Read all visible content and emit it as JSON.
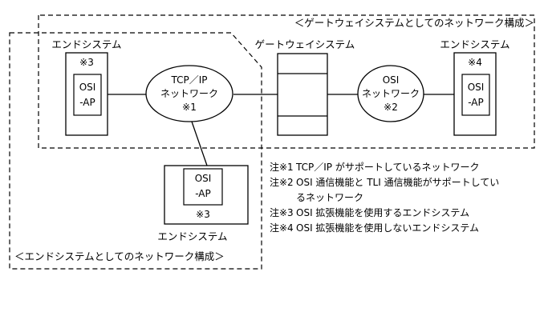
{
  "gateway_view_label": "＜ゲートウェイシステムとしてのネットワーク構成＞",
  "end_system_view_label": "＜エンドシステムとしてのネットワーク構成＞",
  "end_system_left": {
    "title": "エンドシステム",
    "mark": "※3",
    "app_line1": "OSI",
    "app_line2": "-AP"
  },
  "end_system_right": {
    "title": "エンドシステム",
    "mark": "※4",
    "app_line1": "OSI",
    "app_line2": "-AP"
  },
  "end_system_bottom": {
    "title": "エンドシステム",
    "mark": "※3",
    "app_line1": "OSI",
    "app_line2": "-AP"
  },
  "gateway_system": {
    "title": "ゲートウェイシステム"
  },
  "tcpip_network": {
    "line1": "TCP／IP",
    "line2": "ネットワーク",
    "mark": "※1"
  },
  "osi_network": {
    "line1": "OSI",
    "line2": "ネットワーク",
    "mark": "※2"
  },
  "notes": [
    {
      "mark": "注※1",
      "text": "TCP／IP がサポートしているネットワーク"
    },
    {
      "mark": "注※2",
      "text": "OSI 通信機能と TLI 通信機能がサポートしてい",
      "continuation": "るネットワーク"
    },
    {
      "mark": "注※3",
      "text": "OSI 拡張機能を使用するエンドシステム"
    },
    {
      "mark": "注※4",
      "text": "OSI 拡張機能を使用しないエンドシステム"
    }
  ]
}
